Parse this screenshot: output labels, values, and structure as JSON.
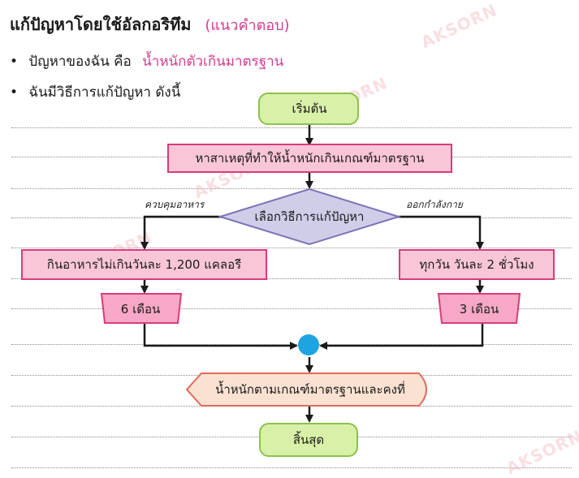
{
  "header": {
    "title": "แก้ปัญหาโดยใช้อัลกอริทึม",
    "hint": "(แนวคำตอบ)"
  },
  "bullets": [
    {
      "dot": "•",
      "label": "ปัญหาของฉัน คือ",
      "answer": "น้ำหนักตัวเกินมาตรฐาน"
    },
    {
      "dot": "•",
      "label": "ฉันมีวิธีการแก้ปัญหา ดังนี้",
      "answer": ""
    }
  ],
  "watermarks": [
    "AKSORN",
    "AKSORN",
    "AKSORN",
    "AKSORN",
    "AKSORN"
  ],
  "flowchart": {
    "start": "เริ่มต้น",
    "find_cause": "หาสาเหตุที่ทำให้น้ำหนักเกินเกณฑ์มาตรฐาน",
    "decision": "เลือกวิธีการแก้ปัญหา",
    "left_label": "ควบคุมอาหาร",
    "right_label": "ออกกำลังกาย",
    "left_process": "กินอาหารไม่เกินวันละ 1,200 แคลอรี",
    "right_process": "ทุกวัน วันละ 2 ชั่วโมง",
    "left_duration": "6 เดือน",
    "right_duration": "3 เดือน",
    "result": "น้ำหนักตามเกณฑ์มาตรฐานและคงที่",
    "end": "สิ้นสุด"
  },
  "colors": {
    "terminal_fill": "#d9f0a8",
    "terminal_stroke": "#8cc24a",
    "process_fill": "#f9c6d8",
    "process_stroke": "#d83c7c",
    "decision_fill": "#cfcde8",
    "decision_stroke": "#7b74b6",
    "io_fill": "#f6a8c6",
    "display_fill": "#fbe1d2",
    "display_stroke": "#e46a5a",
    "connector": "#1ea5e0",
    "answer_text": "#d63a8f"
  }
}
